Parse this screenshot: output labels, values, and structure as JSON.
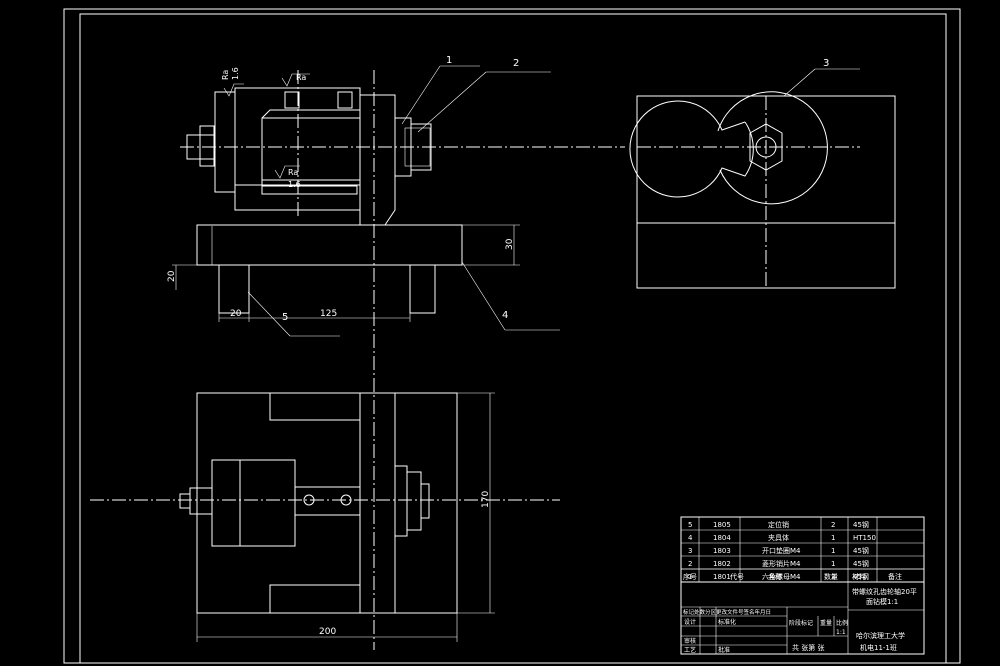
{
  "colors": {
    "background": "#000000",
    "lines": "#ffffff"
  },
  "balloons": [
    "1",
    "2",
    "3",
    "4",
    "5"
  ],
  "dimensions": {
    "side_height_right": "30",
    "side_height_left": "20",
    "side_width_20": "20",
    "side_width_125": "125",
    "plan_height": "170",
    "plan_width": "200"
  },
  "surface_marks": {
    "top_a": "Ra",
    "top_b": "1.6",
    "top_c": "Ra",
    "mid_a": "Ra",
    "mid_b": "1.6"
  },
  "bom": {
    "rows": [
      {
        "no": "5",
        "code": "1805",
        "name": "定位销",
        "qty": "2",
        "material": "45钢"
      },
      {
        "no": "4",
        "code": "1804",
        "name": "夹具体",
        "qty": "1",
        "material": "HT150"
      },
      {
        "no": "3",
        "code": "1803",
        "name": "开口垫圈M4",
        "qty": "1",
        "material": "45钢"
      },
      {
        "no": "2",
        "code": "1802",
        "name": "菱形销片M4",
        "qty": "1",
        "material": "45钢"
      },
      {
        "no": "1",
        "code": "1801",
        "name": "六角螺母M4",
        "qty": "2",
        "material": "45钢"
      }
    ],
    "header": {
      "no": "序号",
      "code": "代号",
      "name": "名称",
      "qty": "数量",
      "material": "材料",
      "note": "备注"
    }
  },
  "title_block": {
    "title_line1": "带螺纹孔齿轮轴20平",
    "title_line2": "面钻模1:1",
    "revision_cols": "标记处数分区更改文件号签名年月日",
    "designer": "设计",
    "standardize": "标准化",
    "stage": "阶段标记",
    "weight": "重量",
    "scale": "比例",
    "scale_value": "1:1",
    "school": "哈尔滨理工大学",
    "class": "机电11-1班",
    "sheets": "共    张第    张",
    "review": "审核",
    "process": "工艺",
    "approve": "批准"
  }
}
